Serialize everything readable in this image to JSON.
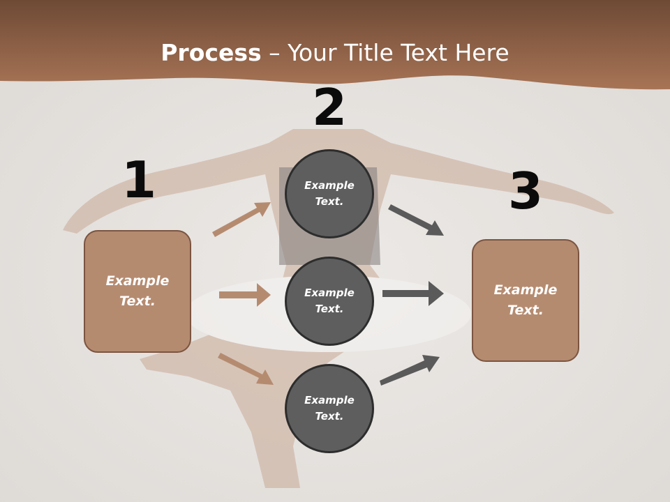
{
  "title": {
    "bold": "Process",
    "rest": " – Your Title Text Here"
  },
  "steps": [
    {
      "number": "1"
    },
    {
      "number": "2"
    },
    {
      "number": "3"
    }
  ],
  "left_box": {
    "line1": "Example",
    "line2": "Text."
  },
  "right_box": {
    "line1": "Example",
    "line2": "Text."
  },
  "circles": [
    {
      "line1": "Example",
      "line2": "Text."
    },
    {
      "line1": "Example",
      "line2": "Text."
    },
    {
      "line1": "Example",
      "line2": "Text."
    }
  ],
  "colors": {
    "header_band": "#8e5b3c",
    "box_fill": "#b58b70",
    "box_border": "#7b5440",
    "circle_fill": "#5e5e5e",
    "circle_border": "#2d2d2d",
    "arrow_left": "#b58b70",
    "arrow_right": "#5a5a5a"
  }
}
